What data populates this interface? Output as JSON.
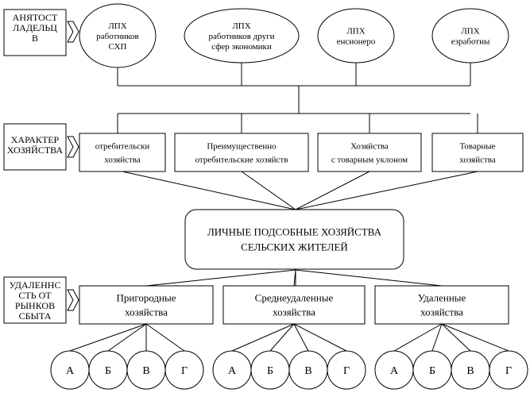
{
  "side_labels": [
    {
      "lines": [
        "АНЯТОСТ",
        "ЛАДЕЛЬЦ",
        "В"
      ]
    },
    {
      "lines": [
        "ХАРАКТЕР",
        "ХОЗЯЙСТВА"
      ]
    },
    {
      "lines": [
        "УДАЛЕННС",
        "СТЬ ОТ",
        "РЫНКОВ",
        "СБЫТА"
      ]
    }
  ],
  "owners": [
    {
      "lines": [
        "ЛПХ",
        "работников",
        "СХП"
      ]
    },
    {
      "lines": [
        "ЛПХ",
        "работников други",
        "сфер экономики"
      ]
    },
    {
      "lines": [
        "ЛПХ",
        "енсионеро"
      ]
    },
    {
      "lines": [
        "ЛПХ",
        "езработны"
      ]
    }
  ],
  "farm_types": [
    {
      "lines": [
        "отребительски",
        "хозяйства"
      ]
    },
    {
      "lines": [
        "Преимущественно",
        "отребительские хозяйств"
      ]
    },
    {
      "lines": [
        "Хозяйства",
        "с товарным уклоном"
      ]
    },
    {
      "lines": [
        "Товарные",
        "хозяйства"
      ]
    }
  ],
  "center": {
    "lines": [
      "ЛИЧНЫЕ ПОДСОБНЫЕ ХОЗЯЙСТВА",
      "СЕЛЬСКИХ ЖИТЕЛЕЙ"
    ]
  },
  "distance_types": [
    {
      "lines": [
        "Пригородные",
        "хозяйства"
      ]
    },
    {
      "lines": [
        "Среднеудаленные",
        "хозяйства"
      ]
    },
    {
      "lines": [
        "Удаленные",
        "хозяйства"
      ]
    }
  ],
  "leaf_letters": [
    "А",
    "Б",
    "В",
    "Г"
  ]
}
